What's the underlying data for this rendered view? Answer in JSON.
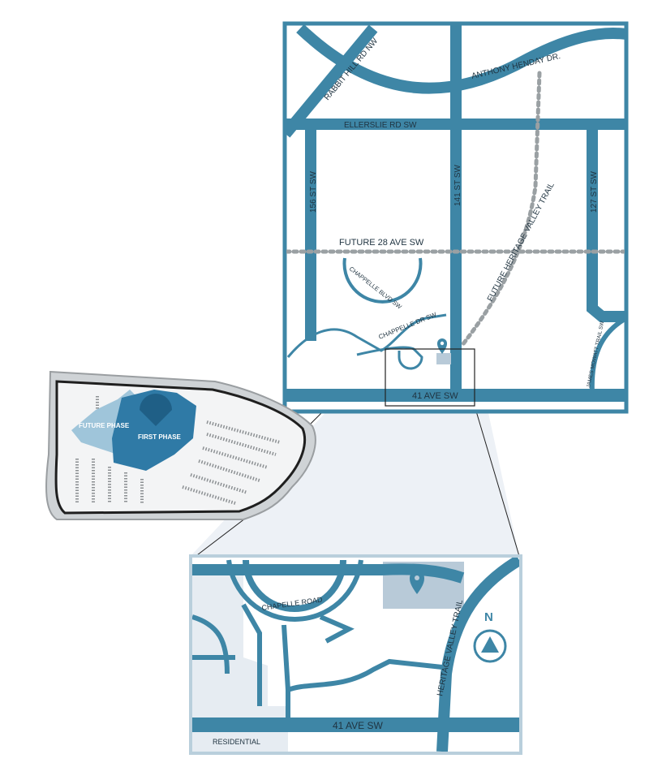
{
  "colors": {
    "road": "#3e86a6",
    "frame_light": "#b9cfdc",
    "highlight": "#b8cad8",
    "phase_first": "#2f7aa6",
    "phase_future": "#9fc5da",
    "residential": "#e6ecf2"
  },
  "overview_map": {
    "roads": {
      "rabbit_hill": "RABBIT HILL RD NW",
      "anthony_henday": "ANTHONY HENDAY DR.",
      "ellerslie": "ELLERSLIE RD SW",
      "st_156": "156 ST SW",
      "st_141": "141 ST SW",
      "st_127": "127 ST SW",
      "future_28": "FUTURE 28 AVE SW",
      "chappelle_blvd": "CHAPPELLE BLVD SW",
      "heritage_future": "FUTURE HERITAGE VALLEY TRAIL",
      "chappelle_dr": "CHAPPELLE DR SW",
      "james_mowatt": "JAMES MOWATT TRAIL SW",
      "ave_41": "41 AVE SW"
    }
  },
  "site_plan": {
    "future_phase": "FUTURE PHASE",
    "first_phase": "FIRST PHASE"
  },
  "detail_map": {
    "chapelle_road": "CHAPELLE ROAD",
    "heritage_valley": "HERITAGE VALLEY TRAIL",
    "ave_41": "41 AVE SW",
    "north": "N",
    "legend_residential": "RESIDENTIAL"
  }
}
